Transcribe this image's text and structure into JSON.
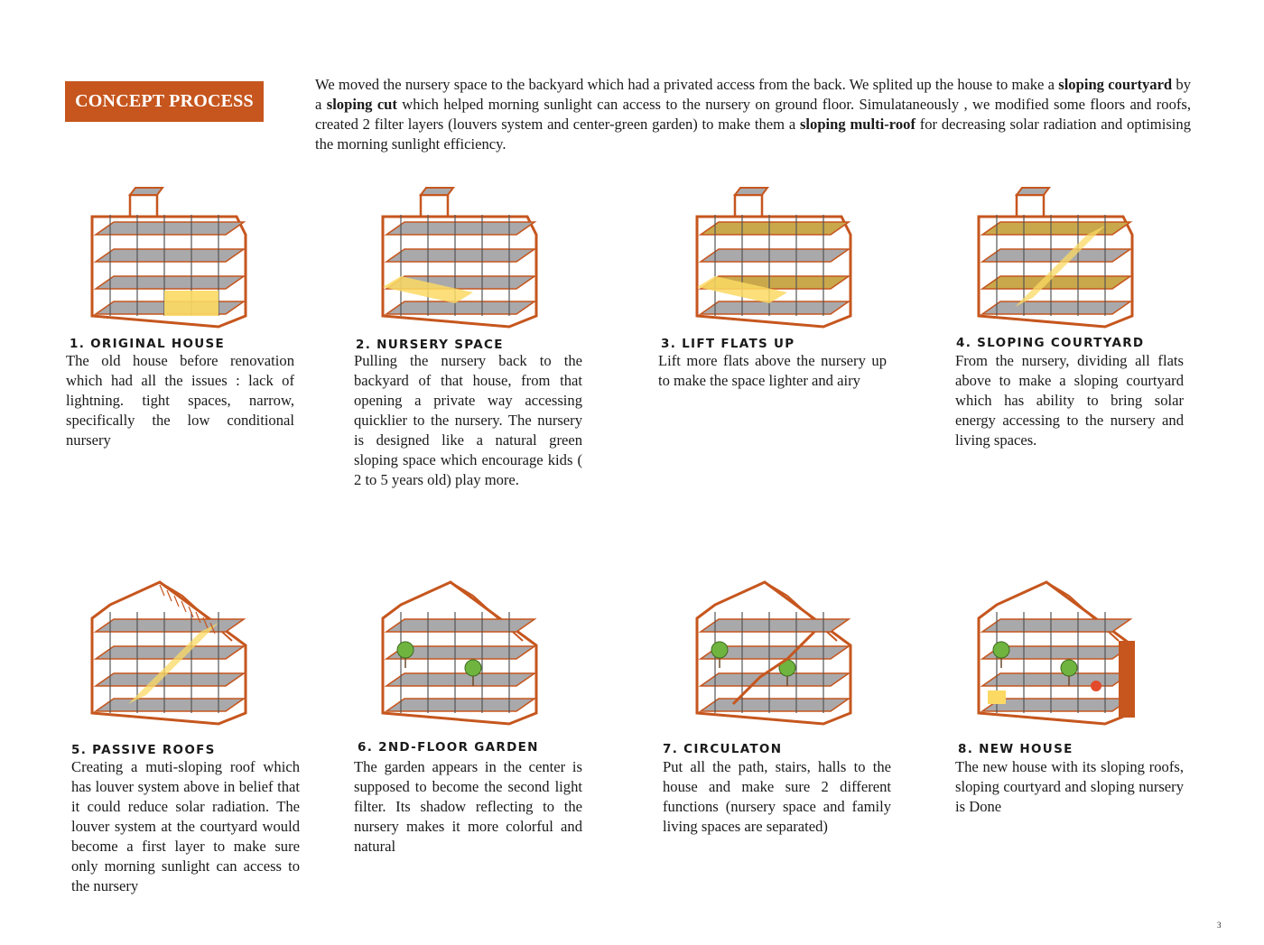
{
  "header": {
    "title": "CONCEPT PROCESS",
    "intro": [
      {
        "t": "We moved the nursery space to the backyard which had a privated access from the back. We splited up the house to make a ",
        "b": false
      },
      {
        "t": "sloping courtyard",
        "b": true
      },
      {
        "t": " by a ",
        "b": false
      },
      {
        "t": "sloping cut",
        "b": true
      },
      {
        "t": " which helped morning sunlight can access to the nursery on ground floor. Simulataneously , we modified some floors and roofs, created 2 filter layers (louvers system and center-green garden) to make them a ",
        "b": false
      },
      {
        "t": "sloping multi-roof",
        "b": true
      },
      {
        "t": " for decreasing solar radiation and optimising the morning sunlight efficiency.",
        "b": false
      }
    ]
  },
  "colors": {
    "accent": "#c6561e",
    "floor": "#a9a9ab",
    "yellow": "#fbd963",
    "olive": "#c9a84c",
    "green": "#6fb43f"
  },
  "steps": [
    {
      "num": "1.",
      "title": "ORIGINAL HOUSE",
      "body": "The old house before renovation which had all the issues : lack of lightning. tight spaces, narrow, specifically the low conditional nursery"
    },
    {
      "num": "2.",
      "title": "NURSERY SPACE",
      "body": "Pulling the nursery back to the backyard of that house, from that opening a private way accessing quicklier to the nursery. The nursery is designed like a natural green sloping space which encourage kids ( 2 to 5 years old) play more."
    },
    {
      "num": "3.",
      "title": "LIFT FLATS UP",
      "body": "Lift more flats above the nursery up to make the space lighter and airy"
    },
    {
      "num": "4.",
      "title": "SLOPING COURTYARD",
      "body": "From the nursery, dividing all flats above to make a sloping courtyard which has ability to bring solar energy accessing to the nursery and living spaces."
    },
    {
      "num": "5.",
      "title": "PASSIVE ROOFS",
      "body": "Creating a muti-sloping roof which has louver system above in belief that it could reduce solar radiation. The louver system at the courtyard would become a first layer to make sure only morning sunlight can access to the nursery"
    },
    {
      "num": "6.",
      "title": "2ND-FLOOR GARDEN",
      "body": "The garden appears in the center is supposed to become the second light filter. Its shadow reflecting to the nursery makes it more colorful and natural"
    },
    {
      "num": "7.",
      "title": "CIRCULATON",
      "body": "Put all the path, stairs, halls to the house and make sure 2 different functions (nursery space and family living spaces are separated)"
    },
    {
      "num": "8.",
      "title": "NEW HOUSE",
      "body": "The new house with its sloping roofs, sloping courtyard and sloping nursery is Done"
    }
  ],
  "page_number": "3"
}
